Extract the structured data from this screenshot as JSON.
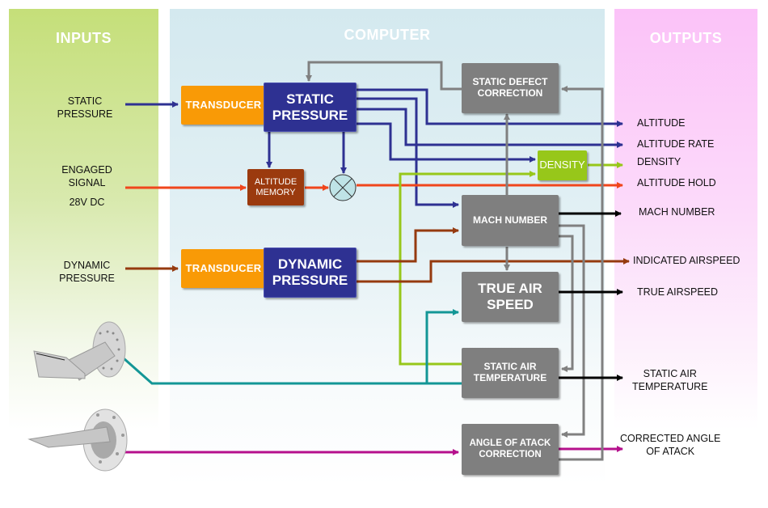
{
  "panels": {
    "inputs": "INPUTS",
    "computer": "COMPUTER",
    "outputs": "OUTPUTS"
  },
  "colors": {
    "inputs_panel": "#c5df79",
    "computer_panel": "#d4e9ef",
    "outputs_panel": "#fbc2f8",
    "static_line": "#2e3192",
    "engaged_line": "#f0461c",
    "dynamic_line": "#953a0f",
    "density_line": "#97c71a",
    "temperature_line": "#139696",
    "aoa_line": "#b5108c",
    "internal_line": "#808080",
    "output_line": "#000000"
  },
  "inputs": {
    "static_pressure": "STATIC\nPRESSURE",
    "engaged_signal": "ENGAGED\nSIGNAL",
    "voltage": "28V DC",
    "dynamic_pressure": "DYNAMIC\nPRESSURE",
    "temperature_probe_icon": "total-air-temperature-probe",
    "aoa_probe_icon": "angle-of-attack-probe"
  },
  "blocks": {
    "transducer_static": "TRANSDUCER",
    "static_pressure": "STATIC\nPRESSURE",
    "static_defect_correction": "STATIC DEFECT\nCORRECTION",
    "altitude_memory": "ALTITUDE\nMEMORY",
    "density": "DENSITY",
    "mach_number": "MACH  NUMBER",
    "transducer_dynamic": "TRANSDUCER",
    "dynamic_pressure": "DYNAMIC\nPRESSURE",
    "true_air_speed": "TRUE AIR\nSPEED",
    "static_air_temperature": "STATIC AIR\nTEMPERATURE",
    "angle_of_attack_correction": "ANGLE  OF ATACK\nCORRECTION"
  },
  "outputs": {
    "altitude": "ALTITUDE",
    "altitude_rate": "ALTITUDE  RATE",
    "density": "DENSITY",
    "altitude_hold": "ALTITUDE  HOLD",
    "mach_number": "MACH NUMBER",
    "indicated_airspeed": "INDICATED  AIRSPEED",
    "true_airspeed": "TRUE  AIRSPEED",
    "static_air_temperature": "STATIC  AIR\nTEMPERATURE",
    "corrected_aoa": "CORRECTED  ANGLE\nOF ATACK"
  }
}
